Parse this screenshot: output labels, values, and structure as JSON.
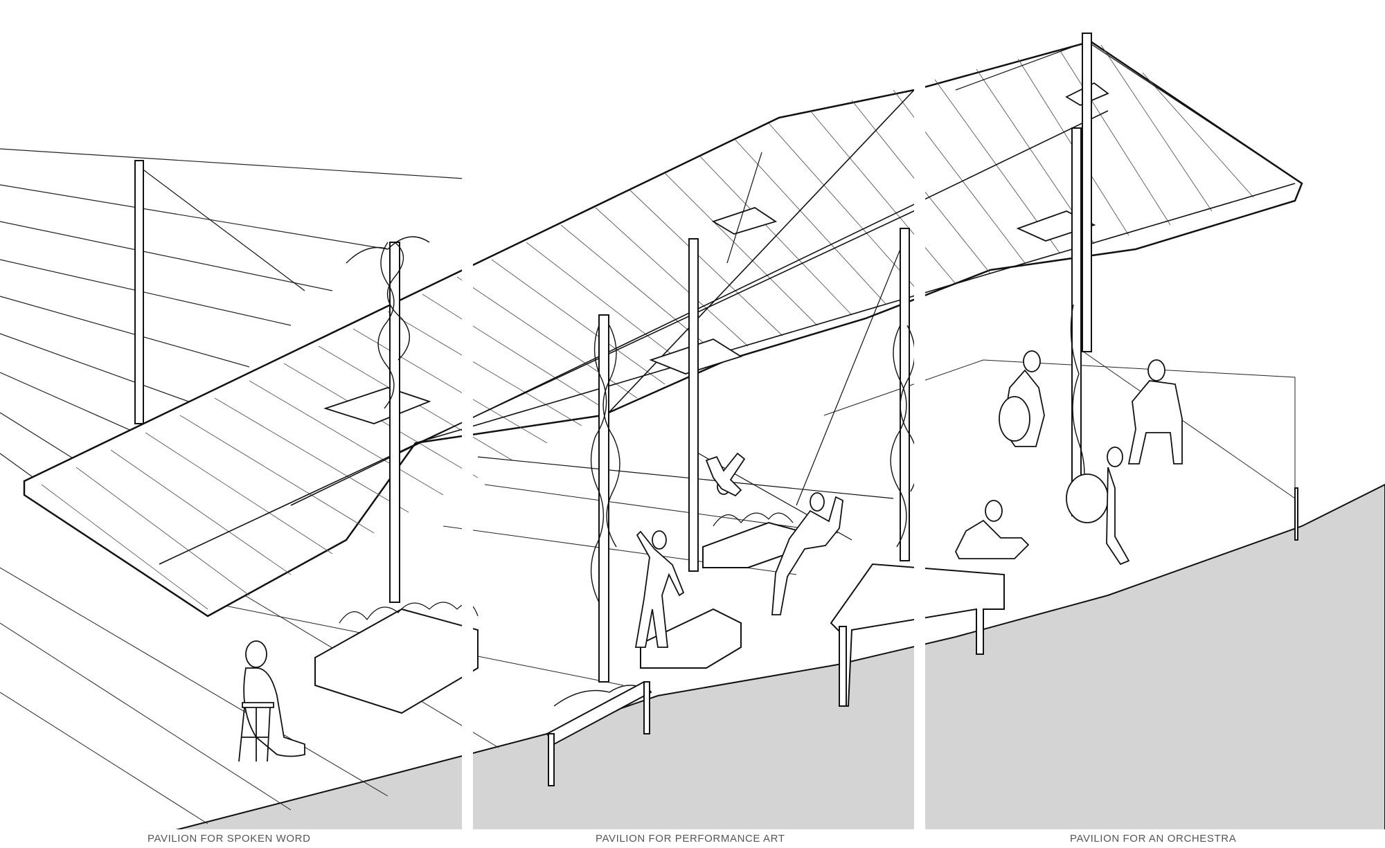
{
  "captions": {
    "spoken_word": "PAVILION FOR SPOKEN WORD",
    "performance_art": "PAVILION FOR PERFORMANCE ART",
    "orchestra": "PAVILION FOR AN ORCHESTRA"
  },
  "colors": {
    "line": "#111111",
    "ground": "#d4d4d4",
    "background": "#ffffff",
    "caption": "#555555"
  }
}
